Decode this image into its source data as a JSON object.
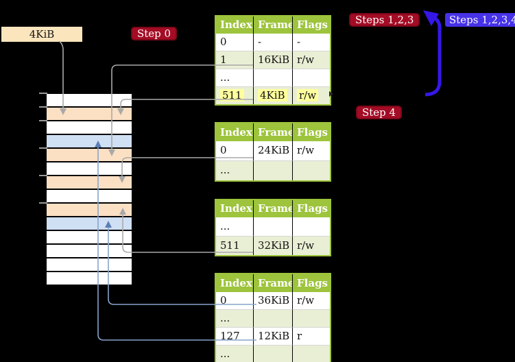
{
  "colors": {
    "background": "#000000",
    "table_header_green": "#9dc43c",
    "table_row_green": "#e9efd4",
    "highlight_yellow": "#ffff9e",
    "badge_red": "#a40c25",
    "badge_blue": "#4632e8",
    "big_arrow_blue": "#3518e8",
    "connector_gray": "#a9a9a9",
    "connector_blue": "#87a3cc",
    "frame_label_cream": "#fbe5bd",
    "stack_peach": "#fce0c4",
    "stack_blue": "#cfdff4",
    "stack_white": "#ffffff"
  },
  "frame_label": "4KiB",
  "badges": {
    "step0": "Step 0",
    "steps123": "Steps 1,2,3",
    "steps1234": "Steps 1,2,3,4",
    "step4": "Step 4"
  },
  "tables": [
    {
      "headers": [
        "Index",
        "Frame",
        "Flags"
      ],
      "rows": [
        {
          "cells": [
            "0",
            "-",
            "-"
          ]
        },
        {
          "cells": [
            "1",
            "16KiB",
            "r/w"
          ]
        },
        {
          "cells": [
            "...",
            "",
            ""
          ]
        },
        {
          "cells": [
            "511",
            "4KiB",
            "r/w"
          ]
        }
      ]
    },
    {
      "headers": [
        "Index",
        "Frame",
        "Flags"
      ],
      "rows": [
        {
          "cells": [
            "0",
            "24KiB",
            "r/w"
          ]
        },
        {
          "cells": [
            "...",
            "",
            ""
          ]
        }
      ]
    },
    {
      "headers": [
        "Index",
        "Frame",
        "Flags"
      ],
      "rows": [
        {
          "cells": [
            "...",
            "",
            ""
          ]
        },
        {
          "cells": [
            "511",
            "32KiB",
            "r/w"
          ]
        }
      ]
    },
    {
      "headers": [
        "Index",
        "Frame",
        "Flags"
      ],
      "rows": [
        {
          "cells": [
            "0",
            "36KiB",
            "r/w"
          ]
        },
        {
          "cells": [
            "...",
            "",
            ""
          ]
        },
        {
          "cells": [
            "127",
            "12KiB",
            "r"
          ]
        },
        {
          "cells": [
            "...",
            "",
            ""
          ]
        }
      ]
    }
  ],
  "memory_stack": {
    "row_colors": [
      "white",
      "peach",
      "white",
      "blue",
      "peach",
      "white",
      "peach",
      "white",
      "peach",
      "blue",
      "white",
      "white",
      "white",
      "white"
    ]
  }
}
